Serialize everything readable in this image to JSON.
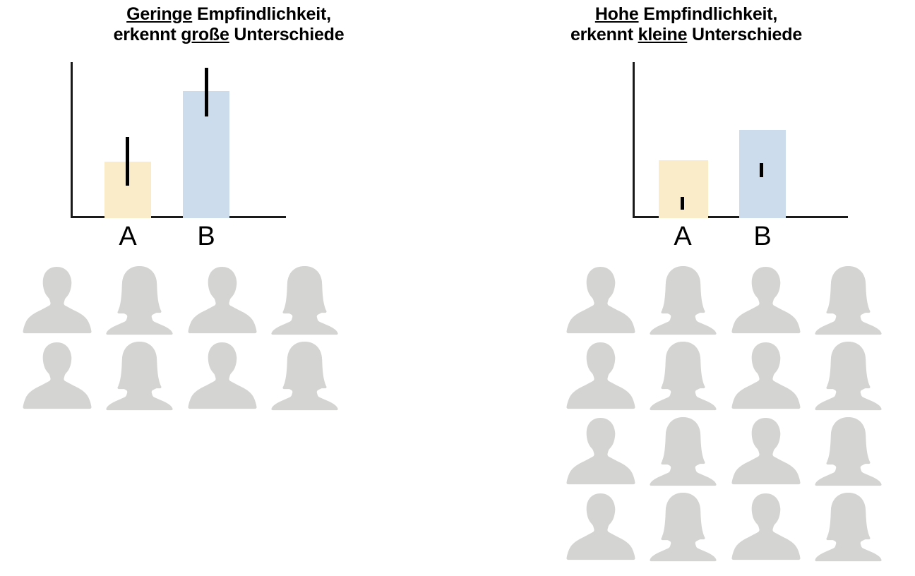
{
  "panels": [
    {
      "id": "low-sensitivity",
      "title": {
        "line1_prefix": "",
        "line1_underlined": "Geringe",
        "line1_rest": " Empfindlichkeit,",
        "line2_prefix": "erkennt ",
        "line2_underlined": "große",
        "line2_rest": " Unterschiede",
        "full": "Geringe Empfindlichkeit, erkennt große Unterschiede"
      },
      "people": {
        "rows": 2,
        "columns": 4,
        "count": 8,
        "gender_pattern": [
          "male",
          "female",
          "male",
          "female"
        ],
        "color": "#d4d4d2"
      }
    },
    {
      "id": "high-sensitivity",
      "title": {
        "line1_prefix": "",
        "line1_underlined": "Hohe",
        "line1_rest": " Empfindlichkeit,",
        "line2_prefix": "erkennt ",
        "line2_underlined": "kleine",
        "line2_rest": " Unterschiede",
        "full": "Hohe Empfindlichkeit, erkennt kleine Unterschiede"
      },
      "people": {
        "rows": 4,
        "columns": 4,
        "count": 16,
        "gender_pattern": [
          "male",
          "female",
          "male",
          "female"
        ],
        "color": "#d4d4d2"
      }
    }
  ],
  "chart_data": [
    {
      "type": "bar",
      "id": "chart-low-sensitivity",
      "title": "Geringe Empfindlichkeit, erkennt große Unterschiede",
      "categories": [
        "A",
        "B"
      ],
      "values": [
        36,
        80
      ],
      "errors": [
        31,
        31
      ],
      "colors": [
        "#faecc8",
        "#ccdcec"
      ],
      "ylim": [
        0,
        100
      ],
      "xlabel": "",
      "ylabel": "",
      "grid": false,
      "legend": "none",
      "axes": {
        "y_axis": true,
        "x_axis": true,
        "ticks": false,
        "tick_labels": false
      }
    },
    {
      "type": "bar",
      "id": "chart-high-sensitivity",
      "title": "Hohe Empfindlichkeit, erkennt kleine Unterschiede",
      "categories": [
        "A",
        "B"
      ],
      "values": [
        37,
        56
      ],
      "errors": [
        8,
        9
      ],
      "colors": [
        "#faecc8",
        "#ccdcec"
      ],
      "ylim": [
        0,
        100
      ],
      "xlabel": "",
      "ylabel": "",
      "grid": false,
      "legend": "none",
      "axes": {
        "y_axis": true,
        "x_axis": true,
        "ticks": false,
        "tick_labels": false
      }
    }
  ],
  "colors": {
    "bar_a": "#faecc8",
    "bar_b": "#ccdcec",
    "axis": "#1a1a1a",
    "error_bar": "#000000",
    "person": "#d4d4d2",
    "background": "#ffffff",
    "text": "#000000"
  }
}
